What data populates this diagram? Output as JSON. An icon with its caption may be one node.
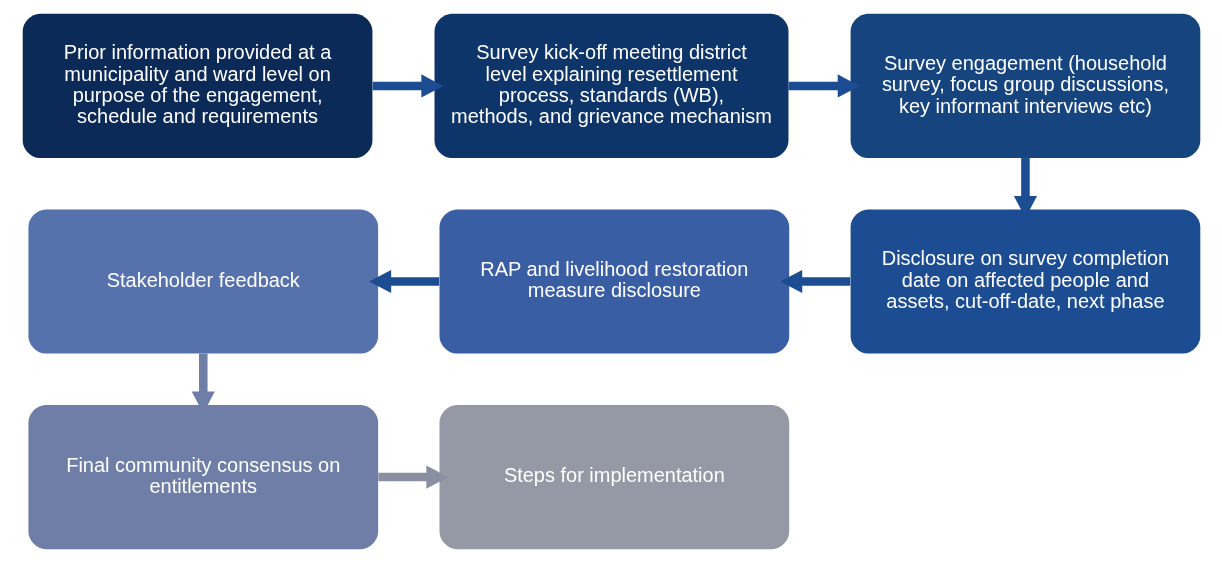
{
  "diagram": {
    "nodes": [
      {
        "text": [
          "Prior information provided at a municipality and ward level on purpose of the engagement, schedule and requirements"
        ]
      },
      {
        "text": [
          "Survey kick-off meeting district level explaining resettlement process, standards (WB), methods, and grievance mechanism"
        ]
      },
      {
        "text": [
          "Survey engagement (household survey, focus group discussions, key informant interviews etc)"
        ]
      },
      {
        "text": [
          "Disclosure on survey completion date on affected people and assets, cut-off-date, next phase"
        ]
      },
      {
        "text": [
          "RAP and livelihood restoration measure disclosure"
        ]
      },
      {
        "text": [
          "Stakeholder feedback"
        ]
      },
      {
        "text": [
          "Final community consensus on entitlements"
        ]
      },
      {
        "text": [
          "Steps for implementation"
        ]
      }
    ],
    "edges": [
      {
        "from": 0,
        "to": 1,
        "arrow": "to"
      },
      {
        "from": 1,
        "to": 2,
        "arrow": "to"
      },
      {
        "from": 2,
        "to": 3,
        "arrow": "to"
      },
      {
        "from": 3,
        "to": 4,
        "arrow": "to"
      },
      {
        "from": 4,
        "to": 5,
        "arrow": "to"
      },
      {
        "from": 5,
        "to": 6,
        "arrow": "to",
        "color": "#6e7ea6"
      },
      {
        "from": 6,
        "to": 7,
        "arrow": "to",
        "color": "#8a90a2"
      }
    ]
  }
}
